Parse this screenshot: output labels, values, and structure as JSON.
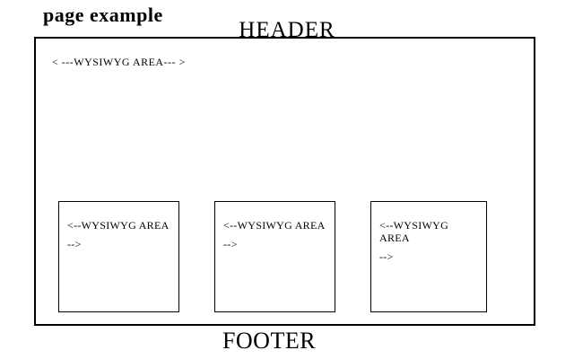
{
  "page": {
    "title": "page example",
    "header": "HEADER",
    "footer": "FOOTER"
  },
  "main_area": {
    "label": "< ---WYSIWYG AREA--- >"
  },
  "wysiwyg_boxes": [
    {
      "line1": "<--WYSIWYG AREA",
      "line2": "-->"
    },
    {
      "line1": "<--WYSIWYG AREA",
      "line2": "-->"
    },
    {
      "line1": "<--WYSIWYG AREA",
      "line2": "-->"
    }
  ],
  "colors": {
    "background": "#ffffff",
    "border": "#000000",
    "text": "#000000"
  }
}
